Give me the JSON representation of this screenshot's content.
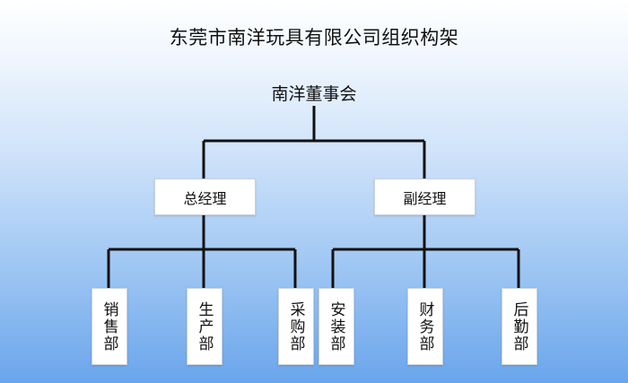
{
  "title": "东莞市南洋玩具有限公司组织构架",
  "root": "南洋董事会",
  "managers": [
    {
      "label": "总经理"
    },
    {
      "label": "副经理"
    }
  ],
  "departments": [
    {
      "label": "销售部"
    },
    {
      "label": "生产部"
    },
    {
      "label": "采购部"
    },
    {
      "label": "安装部"
    },
    {
      "label": "财务部"
    },
    {
      "label": "后勤部"
    }
  ],
  "colors": {
    "line": "#111111",
    "box_bg": "#ffffff",
    "background_bottom": "#6aa5ec"
  }
}
